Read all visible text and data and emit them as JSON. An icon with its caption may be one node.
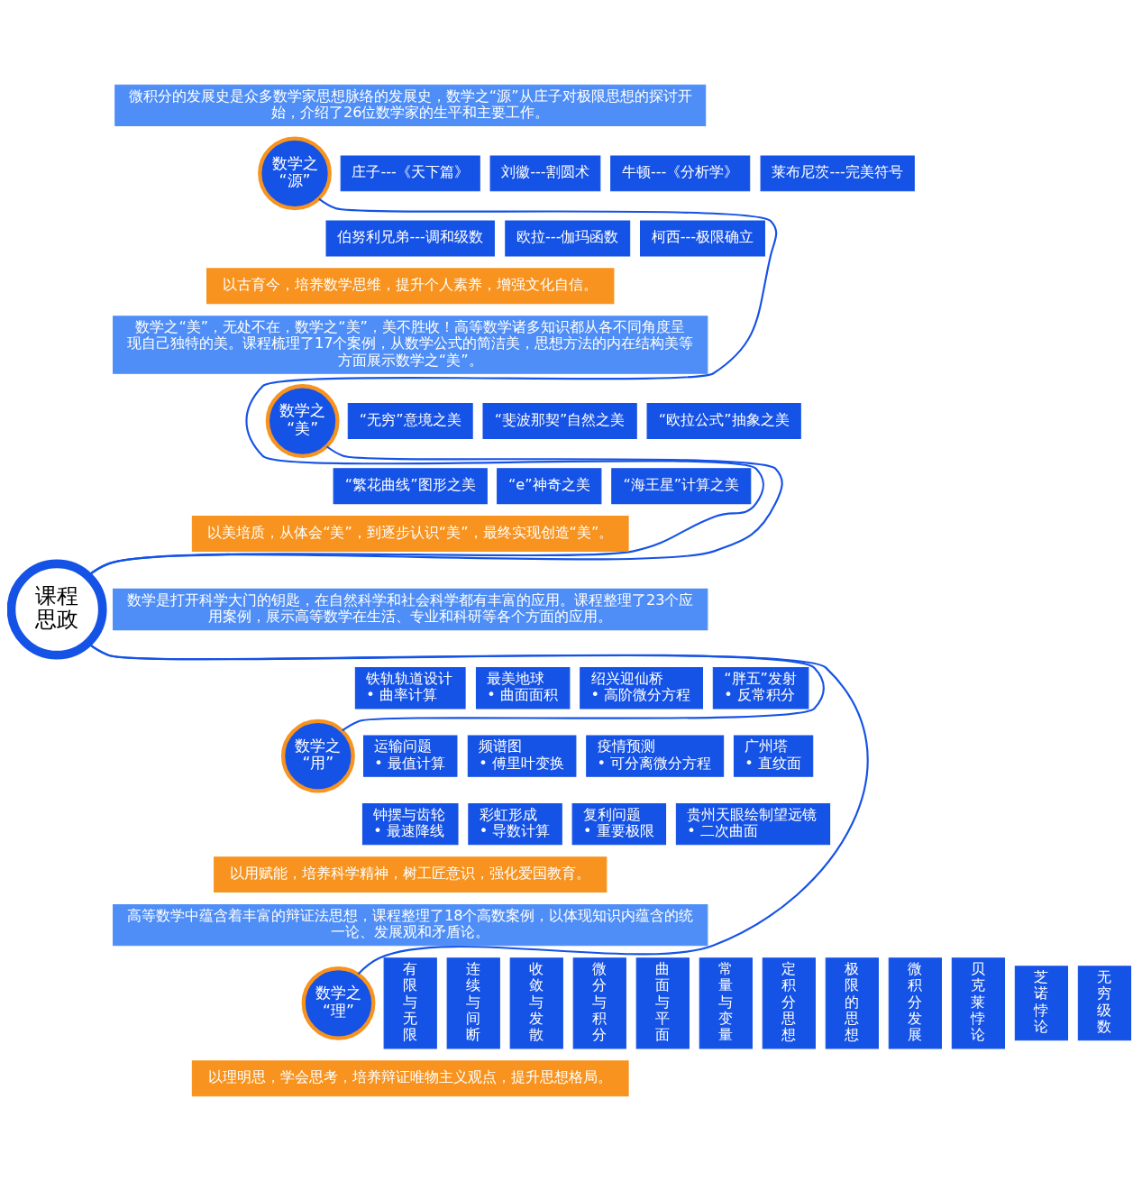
{
  "diagram": {
    "nodes": [
      {
        "text": [
          "课程思政"
        ]
      },
      {
        "text": [
          "数学之“源”"
        ]
      },
      {
        "text": [
          "微积分的发展史是众多数学家思想脉络的发展史，数学之“源”从庄子对极限思想的探讨开始，介绍了26位数学家的生平和主要工作。"
        ]
      },
      {
        "text": [
          "庄子---《天下篇》"
        ]
      },
      {
        "text": [
          "刘徽---割圆术"
        ]
      },
      {
        "text": [
          "牛顿---《分析学》"
        ]
      },
      {
        "text": [
          "莱布尼茨---完美符号"
        ]
      },
      {
        "text": [
          "伯努利兄弟---调和级数"
        ]
      },
      {
        "text": [
          "欧拉---伽玛函数"
        ]
      },
      {
        "text": [
          "柯西---极限确立"
        ]
      },
      {
        "text": [
          "以古育今，培养数学思维，提升个人素养，增强文化自信。"
        ]
      },
      {
        "text": [
          "数学之“美”"
        ]
      },
      {
        "text": [
          "数学之“美”，无处不在，数学之“美”，美不胜收！高等数学诸多知识都从各不同角度呈现自己独特的美。课程梳理了17个案例，从数学公式的简洁美，思想方法的内在结构美等方面展示数学之“美”。"
        ]
      },
      {
        "text": [
          "“无穷”意境之美"
        ]
      },
      {
        "text": [
          "“斐波那契”自然之美"
        ]
      },
      {
        "text": [
          "“欧拉公式”抽象之美"
        ]
      },
      {
        "text": [
          "“繁花曲线”图形之美"
        ]
      },
      {
        "text": [
          "“e”神奇之美"
        ]
      },
      {
        "text": [
          "“海王星”计算之美"
        ]
      },
      {
        "text": [
          "以美培质，从体会“美”，到逐步认识“美”，最终实现创造“美”。"
        ]
      },
      {
        "text": [
          "数学之“用”"
        ]
      },
      {
        "text": [
          "数学是打开科学大门的钥匙，在自然科学和社会科学都有丰富的应用。课程整理了23个应用案例，展示高等数学在生活、专业和科研等各个方面的应用。"
        ]
      },
      {
        "text": [
          "铁轨轨道设计",
          "• 曲率计算"
        ]
      },
      {
        "text": [
          "最美地球",
          "• 曲面面积"
        ]
      },
      {
        "text": [
          "绍兴迎仙桥",
          "• 高阶微分方程"
        ]
      },
      {
        "text": [
          "“胖五”发射",
          "• 反常积分"
        ]
      },
      {
        "text": [
          "运输问题",
          "• 最值计算"
        ]
      },
      {
        "text": [
          "频谱图",
          "• 傅里叶变换"
        ]
      },
      {
        "text": [
          "疫情预测",
          "• 可分离微分方程"
        ]
      },
      {
        "text": [
          "广州塔",
          "• 直纹面"
        ]
      },
      {
        "text": [
          "钟摆与齿轮",
          "• 最速降线"
        ]
      },
      {
        "text": [
          "彩虹形成",
          "• 导数计算"
        ]
      },
      {
        "text": [
          "复利问题",
          "• 重要极限"
        ]
      },
      {
        "text": [
          "贵州天眼绘制望远镜",
          "• 二次曲面"
        ]
      },
      {
        "text": [
          "以用赋能，培养科学精神，树工匠意识，强化爱国教育。"
        ]
      },
      {
        "text": [
          "数学之“理”"
        ]
      },
      {
        "text": [
          "高等数学中蕴含着丰富的辩证法思想，课程整理了18个高数案例，以体现知识内蕴含的统一论、发展观和矛盾论。"
        ]
      },
      {
        "text": [
          "有限与无限"
        ]
      },
      {
        "text": [
          "连续与间断"
        ]
      },
      {
        "text": [
          "收敛与发散"
        ]
      },
      {
        "text": [
          "微分与积分"
        ]
      },
      {
        "text": [
          "曲面与平面"
        ]
      },
      {
        "text": [
          "常量与变量"
        ]
      },
      {
        "text": [
          "定积分思想"
        ]
      },
      {
        "text": [
          "极限的思想"
        ]
      },
      {
        "text": [
          "微积分发展"
        ]
      },
      {
        "text": [
          "贝克莱悖论"
        ]
      },
      {
        "text": [
          "芝诺悖论"
        ]
      },
      {
        "text": [
          "无穷级数"
        ]
      },
      {
        "text": [
          "以理明思，学会思考，培养辩证唯物主义观点，提升思想格局。"
        ]
      }
    ],
    "edges": [
      {
        "from": 0,
        "to": 1,
        "arrow": "none"
      },
      {
        "from": 0,
        "to": 11,
        "arrow": "none"
      },
      {
        "from": 0,
        "to": 20,
        "arrow": "none"
      },
      {
        "from": 0,
        "to": 35,
        "arrow": "none"
      }
    ]
  }
}
